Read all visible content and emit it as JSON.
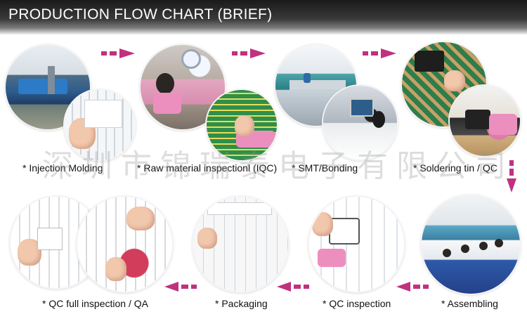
{
  "header": {
    "title": "PRODUCTION FLOW CHART (BRIEF)"
  },
  "watermark": "深圳市锦瑞泰电子有限公司",
  "steps": {
    "injection": "* Injection Molding",
    "raw": "* Raw material inspectionl (IQC)",
    "smt": "* SMT/Bonding",
    "solder": "* Soldering tin / QC",
    "assembling": "* Assembling",
    "qc": "* QC inspection",
    "packaging": "* Packaging",
    "fullqc": "* QC full inspection / QA"
  },
  "colors": {
    "arrow": "#c0317f",
    "title_text": "#ffffff"
  }
}
